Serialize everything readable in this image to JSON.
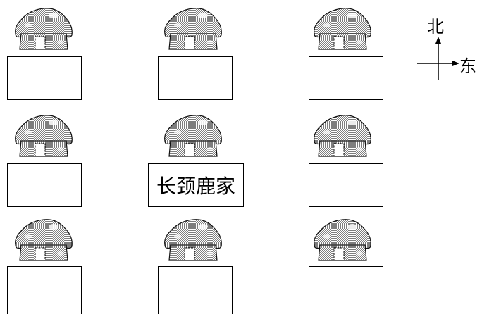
{
  "compass": {
    "north": "北",
    "east": "东"
  },
  "houses": [
    {
      "label": ""
    },
    {
      "label": ""
    },
    {
      "label": ""
    },
    {
      "label": ""
    },
    {
      "label": "长颈鹿家"
    },
    {
      "label": ""
    },
    {
      "label": ""
    },
    {
      "label": ""
    },
    {
      "label": ""
    }
  ]
}
